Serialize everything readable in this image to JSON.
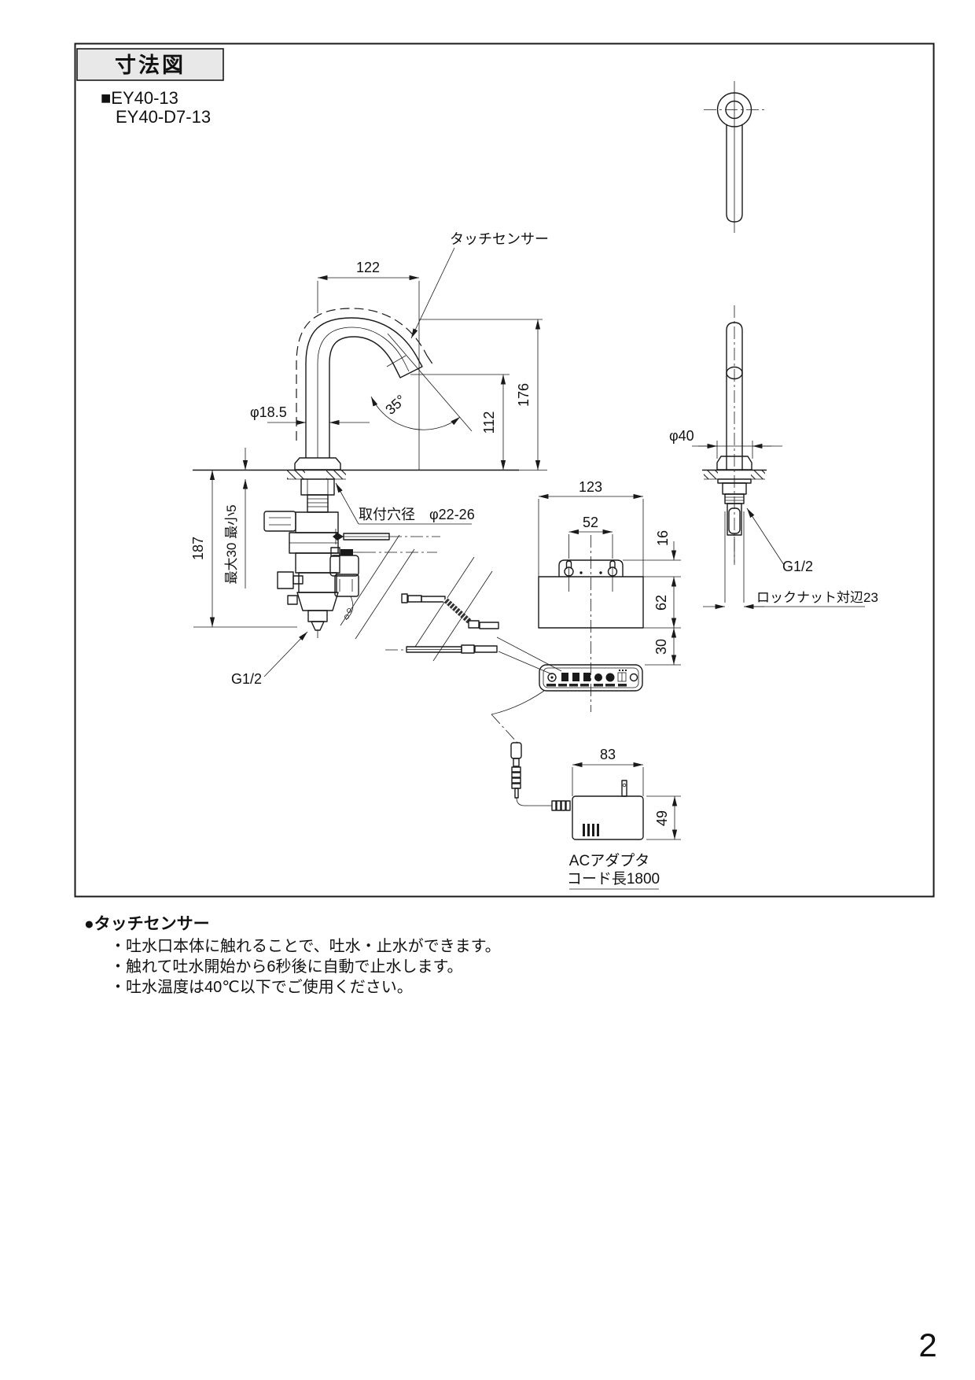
{
  "page": {
    "number": "2"
  },
  "header": {
    "title": "寸法図",
    "model_primary": "■EY40-13",
    "model_secondary": "EY40-D7-13"
  },
  "labels": {
    "touch_sensor": "タッチセンサー",
    "mounting_hole": "取付穴径　φ22-26",
    "g_half": "G1/2",
    "lock_nut": "ロックナット対辺23",
    "ac_adapter": "ACアダプタ",
    "cord_length": "コード長1800"
  },
  "dimensions": {
    "spout_reach": "122",
    "spout_dia": "φ18.5",
    "spout_angle": "35°",
    "height_total": "176",
    "height_spout": "112",
    "under_deck": "187",
    "deck_thickness": "最大30 最小5",
    "flange_dia": "φ40",
    "ctrl_width": "123",
    "ctrl_screw_pitch": "52",
    "ctrl_tab": "16",
    "ctrl_height": "62",
    "ctrl_depth": "30",
    "adapter_width": "83",
    "adapter_height": "49"
  },
  "notes": {
    "heading": "●タッチセンサー",
    "items": [
      "・吐水口本体に触れることで、吐水・止水ができます。",
      "・触れて吐水開始から6秒後に自動で止水します。",
      "・吐水温度は40℃以下でご使用ください。"
    ]
  }
}
